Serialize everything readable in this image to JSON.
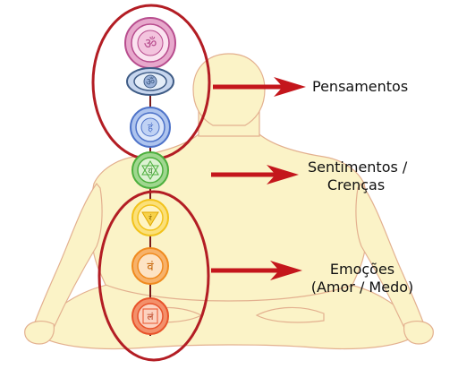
{
  "labels": {
    "thoughts": "Pensamentos",
    "feelings_line1": "Sentimentos /",
    "feelings_line2": "Crenças",
    "emotions_line1": "Emoções",
    "emotions_line2": "(Amor / Medo)"
  },
  "chakras": [
    {
      "name": "crown-chakra-icon",
      "color": "#b84d8e",
      "glyph": "ॐ"
    },
    {
      "name": "third-eye-chakra-icon",
      "color": "#3f5c86",
      "glyph": "ॐ"
    },
    {
      "name": "throat-chakra-icon",
      "color": "#4e73c9",
      "glyph": "हं"
    },
    {
      "name": "heart-chakra-icon",
      "color": "#4caf3d",
      "glyph": "यं"
    },
    {
      "name": "solar-plexus-chakra-icon",
      "color": "#f2c21b",
      "glyph": "रं"
    },
    {
      "name": "sacral-chakra-icon",
      "color": "#f08a1e",
      "glyph": "वं"
    },
    {
      "name": "root-chakra-icon",
      "color": "#e8532a",
      "glyph": "लं"
    }
  ],
  "colors": {
    "body_fill": "#fbf3c7",
    "body_stroke": "#e3b08f",
    "ellipse_stroke": "#b31d24",
    "arrow": "#c4161c",
    "spine": "#7a1a1a"
  }
}
